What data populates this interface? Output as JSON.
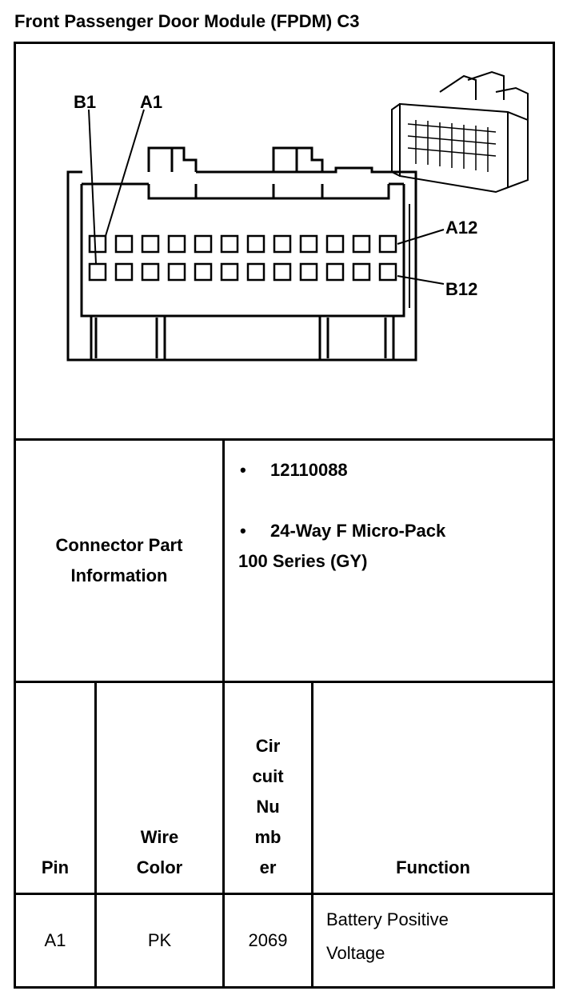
{
  "title": "Front Passenger Door Module (FPDM) C3",
  "diagram": {
    "labels": {
      "b1": "B1",
      "a1": "A1",
      "a12": "A12",
      "b12": "B12"
    },
    "cavities_per_row": 12
  },
  "connector_info": {
    "label_line1": "Connector Part",
    "label_line2": "Information",
    "part_number": "12110088",
    "description_line1": "24-Way F Micro-Pack",
    "description_line2": "100 Series (GY)",
    "bullet": "•"
  },
  "table": {
    "headers": {
      "pin": "Pin",
      "wire_line1": "Wire",
      "wire_line2": "Color",
      "circuit_parts": [
        "Cir",
        "cuit",
        "Nu",
        "mb",
        "er"
      ],
      "function": "Function"
    },
    "rows": [
      {
        "pin": "A1",
        "wire_color": "PK",
        "circuit": "2069",
        "function_line1": "Battery Positive",
        "function_line2": "Voltage"
      }
    ]
  }
}
